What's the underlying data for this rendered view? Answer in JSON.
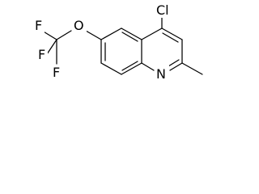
{
  "atoms": {
    "cl": "Cl",
    "o": "O",
    "f_top": "F",
    "f_mid": "F",
    "f_bottom": "F",
    "n": "N"
  },
  "colors": {
    "line": "#000000",
    "background": "#ffffff"
  }
}
